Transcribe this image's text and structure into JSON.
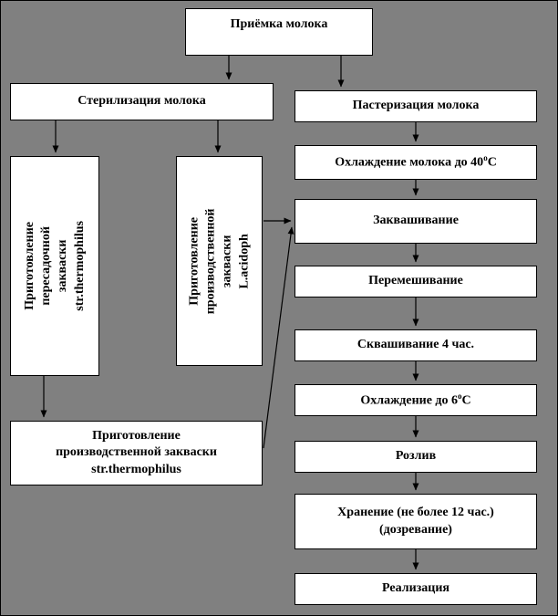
{
  "colors": {
    "background": "#808080",
    "node_fill": "#ffffff",
    "node_border": "#000000",
    "arrow": "#000000"
  },
  "nodes": {
    "reception": {
      "label": "Приёмка молока"
    },
    "sterilization": {
      "label": "Стерилизация молока"
    },
    "pasteurization": {
      "label": "Пастеризация молока"
    },
    "transfer_starter": {
      "lines": [
        "Приготовление",
        "пересадочной закваски",
        "str.thermophilus"
      ]
    },
    "production_starter_acidoph": {
      "lines": [
        "Приготовление",
        "производственной",
        "закваски L.acidoph"
      ]
    },
    "production_starter_thermophilus": {
      "lines": [
        "Приготовление",
        "производственной закваски",
        "str.thermophilus"
      ]
    },
    "cooling_40": {
      "text": "Охлаждение молока до 40",
      "sup": "о",
      "unit": "С"
    },
    "fermentation": {
      "label": "Заквашивание"
    },
    "mixing": {
      "label": "Перемешивание"
    },
    "souring": {
      "label": "Сквашивание 4 час."
    },
    "cooling_6": {
      "text": "Охлаждение до 6",
      "sup": "о",
      "unit": "С"
    },
    "bottling": {
      "label": "Розлив"
    },
    "storage": {
      "lines": [
        "Хранение (не более 12 час.)",
        "(дозревание)"
      ]
    },
    "sale": {
      "label": "Реализация"
    }
  }
}
